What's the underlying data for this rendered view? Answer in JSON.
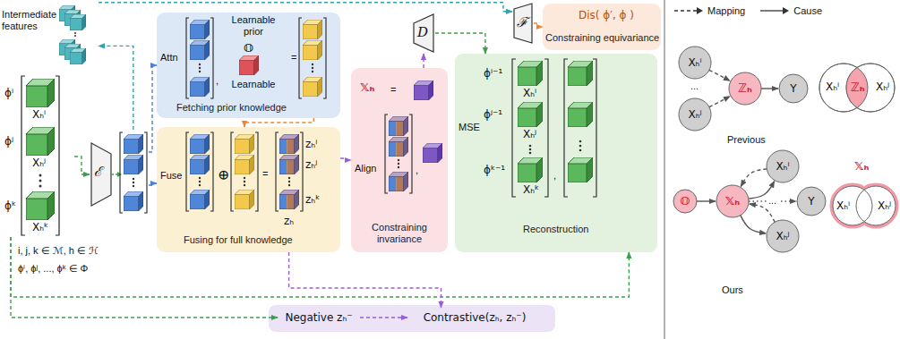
{
  "diagram": {
    "nodes": [
      {
        "text": [
          "Intermediate features"
        ]
      },
      {
        "text": [
          "ϕⁱ",
          "Xₕⁱ",
          "ϕʲ",
          "Xₕʲ",
          "ϕᵏ",
          "Xₕᵏ"
        ]
      },
      {
        "text": [
          "ℰ"
        ]
      },
      {
        "text": [
          "Attn",
          ",",
          "Learnable prior",
          "𝕆",
          "Learnable",
          "=",
          "Fetching prior knowledge"
        ]
      },
      {
        "text": [
          "Fuse",
          "⊕",
          "=",
          "zₕⁱ",
          "zₕʲ",
          "zₕᵏ",
          "zₕ",
          "Fusing for full knowledge"
        ]
      },
      {
        "text": [
          "D"
        ]
      },
      {
        "text": [
          "ℱ"
        ]
      },
      {
        "text": [
          "Dis( ϕ′, ϕ )",
          "Constraining equivariance"
        ]
      },
      {
        "text": [
          "𝕏ₕ",
          "=",
          "Align",
          ",",
          "Constraining invariance"
        ]
      },
      {
        "text": [
          "MSE",
          "ϕⁱ⁻¹",
          "Xₕⁱ",
          "ϕʲ⁻¹",
          "Xₕʲ",
          "ϕᵏ⁻¹",
          "Xₕᵏ",
          ",",
          "Reconstruction"
        ]
      },
      {
        "text": [
          "Negative zₕ⁻"
        ]
      },
      {
        "text": [
          "Contrastive(zₕ, zₕ⁻)"
        ]
      },
      {
        "text": [
          "Xₕⁱ"
        ]
      },
      {
        "text": [
          "Xₕʲ"
        ]
      },
      {
        "text": [
          "ℤₕ"
        ]
      },
      {
        "text": [
          "Y"
        ]
      },
      {
        "text": [
          "Xₕⁱ",
          "ℤₕ",
          "Xₕʲ"
        ]
      },
      {
        "text": [
          "𝕆"
        ]
      },
      {
        "text": [
          "𝕏ₕ"
        ]
      },
      {
        "text": [
          "Xₕⁱ"
        ]
      },
      {
        "text": [
          "Xₕʲ"
        ]
      },
      {
        "text": [
          "Y"
        ]
      },
      {
        "text": [
          "𝕏ₕ",
          "Xₕⁱ",
          "Xₕʲ"
        ]
      }
    ],
    "edges": [
      {
        "from": 1,
        "to": 2,
        "arrow": "to"
      },
      {
        "from": 2,
        "to": 0,
        "arrow": "to"
      },
      {
        "from": 0,
        "to": 6,
        "arrow": "to"
      },
      {
        "from": 2,
        "to": 3,
        "arrow": "to"
      },
      {
        "from": 2,
        "to": 4,
        "arrow": "to"
      },
      {
        "from": 3,
        "to": 4,
        "arrow": "to"
      },
      {
        "from": 4,
        "to": 8,
        "arrow": "to"
      },
      {
        "from": 8,
        "to": 5,
        "arrow": "to"
      },
      {
        "from": 5,
        "to": 9,
        "arrow": "to"
      },
      {
        "from": 6,
        "to": 7,
        "arrow": "to"
      },
      {
        "from": 1,
        "to": 9,
        "arrow": "to"
      },
      {
        "from": 1,
        "to": 10,
        "arrow": "to"
      },
      {
        "from": 4,
        "to": 11,
        "arrow": "to"
      },
      {
        "from": 10,
        "to": 11,
        "arrow": "to"
      },
      {
        "from": 12,
        "to": 14,
        "arrow": "to"
      },
      {
        "from": 13,
        "to": 14,
        "arrow": "to"
      },
      {
        "from": 14,
        "to": 15,
        "arrow": "to"
      },
      {
        "from": 17,
        "to": 18,
        "arrow": "to"
      },
      {
        "from": 18,
        "to": 19,
        "arrow": "to"
      },
      {
        "from": 19,
        "to": 18,
        "arrow": "to"
      },
      {
        "from": 18,
        "to": 20,
        "arrow": "to"
      },
      {
        "from": 20,
        "to": 18,
        "arrow": "to"
      },
      {
        "from": 18,
        "to": 21,
        "label": "...",
        "arrow": "to"
      }
    ],
    "labels": [
      "Previous",
      "...",
      "Ours",
      "i, j, k ∈ ℳ, h ∈ ℋ",
      "ϕⁱ, ϕʲ, ..., ϕᵏ ∈ Φ"
    ],
    "legend": [
      {
        "text": "Mapping"
      },
      {
        "text": "Cause"
      }
    ]
  }
}
